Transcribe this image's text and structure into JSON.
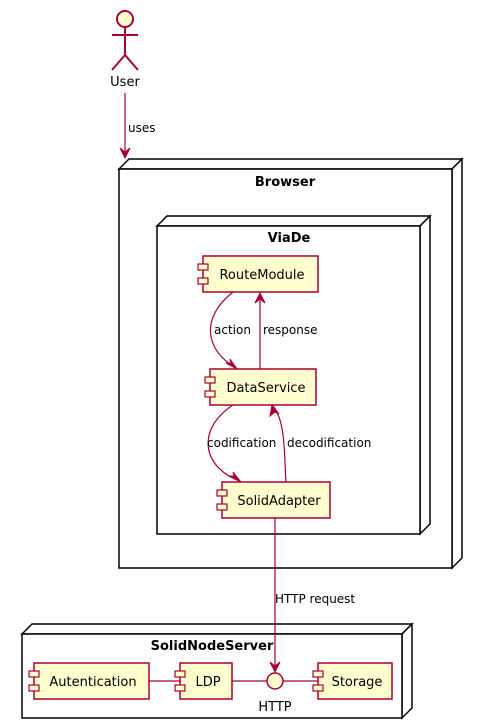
{
  "actor": {
    "label": "User"
  },
  "nodes": {
    "browser": "Browser",
    "viade": "ViaDe",
    "solid_node_server": "SolidNodeServer"
  },
  "components": {
    "route_module": "RouteModule",
    "data_service": "DataService",
    "solid_adapter": "SolidAdapter",
    "autentication": "Autentication",
    "ldp": "LDP",
    "storage": "Storage"
  },
  "interface": {
    "label": "HTTP"
  },
  "edges": {
    "uses": "uses",
    "action": "action",
    "response": "response",
    "codification": "codification",
    "decodification": "decodification",
    "http_request": "HTTP request"
  },
  "colors": {
    "component_fill": "#FEFECE",
    "component_border": "#A80036",
    "arrow": "#A80036",
    "node_border": "#000000"
  }
}
